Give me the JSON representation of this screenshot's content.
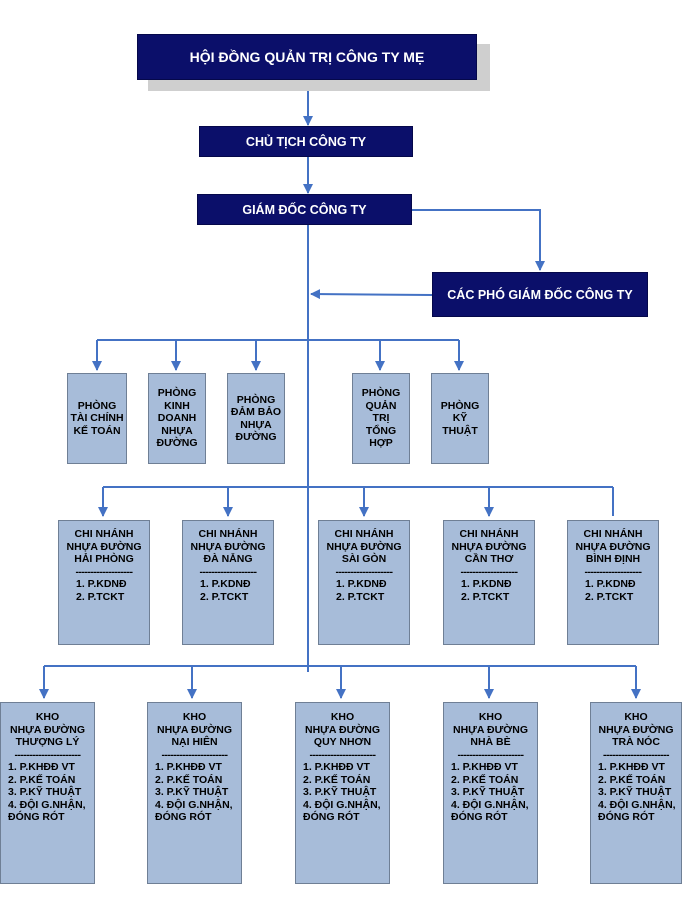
{
  "colors": {
    "dark_box": "#0b0f6a",
    "light_box": "#a7bcd9",
    "connector": "#4472c4"
  },
  "board": "HỘI ĐỒNG QUẢN TRỊ CÔNG TY MẸ",
  "chairman": "CHỦ TỊCH CÔNG TY",
  "director": "GIÁM ĐỐC CÔNG TY",
  "deputy_directors": "CÁC PHÓ GIÁM ĐỐC CÔNG TY",
  "departments": [
    {
      "lines": [
        "PHÒNG",
        "TÀI CHÍNH",
        "KẾ TOÁN"
      ]
    },
    {
      "lines": [
        "PHÒNG",
        "KINH",
        "DOANH",
        "NHỰA",
        "ĐƯỜNG"
      ]
    },
    {
      "lines": [
        "PHÒNG",
        "ĐẢM BẢO",
        "NHỰA",
        "ĐƯỜNG"
      ]
    },
    {
      "lines": [
        "PHÒNG",
        "QUẢN",
        "TRỊ",
        "TỔNG",
        "HỢP"
      ]
    },
    {
      "lines": [
        "PHÒNG",
        "KỸ THUẬT"
      ]
    }
  ],
  "branches": [
    {
      "title": [
        "CHI NHÁNH",
        "NHỰA ĐƯỜNG",
        "HẢI PHÒNG"
      ],
      "separator": "-------------------",
      "items": [
        "1. P.KDNĐ",
        "2. P.TCKT"
      ]
    },
    {
      "title": [
        "CHI NHÁNH",
        "NHỰA ĐƯỜNG",
        "ĐÀ NẴNG"
      ],
      "separator": "-------------------",
      "items": [
        "1. P.KDNĐ",
        "2. P.TCKT"
      ]
    },
    {
      "title": [
        "CHI NHÁNH",
        "NHỰA ĐƯỜNG",
        "SÀI GÒN"
      ],
      "separator": "-------------------",
      "items": [
        "1. P.KDNĐ",
        "2. P.TCKT"
      ]
    },
    {
      "title": [
        "CHI NHÁNH",
        "NHỰA ĐƯỜNG",
        "CẦN THƠ"
      ],
      "separator": "-------------------",
      "items": [
        "1. P.KDNĐ",
        "2. P.TCKT"
      ]
    },
    {
      "title": [
        "CHI NHÁNH",
        "NHỰA ĐƯỜNG",
        "BÌNH ĐỊNH"
      ],
      "separator": "-------------------",
      "items": [
        "1. P.KDNĐ",
        "2. P.TCKT"
      ]
    }
  ],
  "warehouses": [
    {
      "title": [
        "KHO",
        "NHỰA ĐƯỜNG",
        "THƯỢNG LÝ"
      ],
      "separator": "----------------------",
      "items": [
        "1. P.KHĐĐ VT",
        "2. P.KẾ TOÁN",
        "3. P.KỸ THUẬT",
        "4. ĐỘI G.NHẬN,",
        "ĐÓNG RÓT"
      ]
    },
    {
      "title": [
        "KHO",
        "NHỰA ĐƯỜNG",
        "NẠI HIÊN"
      ],
      "separator": "----------------------",
      "items": [
        "1. P.KHĐĐ VT",
        "2. P.KẾ TOÁN",
        "3. P.KỸ THUẬT",
        "4. ĐỘI G.NHẬN,",
        "ĐÓNG RÓT"
      ]
    },
    {
      "title": [
        "KHO",
        "NHỰA ĐƯỜNG",
        "QUY NHƠN"
      ],
      "separator": "----------------------",
      "items": [
        "1. P.KHĐĐ VT",
        "2. P.KẾ TOÁN",
        "3. P.KỸ THUẬT",
        "4. ĐỘI G.NHẬN,",
        "ĐÓNG RÓT"
      ]
    },
    {
      "title": [
        "KHO",
        "NHỰA ĐƯỜNG",
        "NHÀ BÈ"
      ],
      "separator": "----------------------",
      "items": [
        "1. P.KHĐĐ VT",
        "2. P.KẾ TOÁN",
        "3. P.KỸ THUẬT",
        "4. ĐỘI G.NHẬN,",
        "ĐÓNG RÓT"
      ]
    },
    {
      "title": [
        "KHO",
        "NHỰA ĐƯỜNG",
        "TRÀ NÓC"
      ],
      "separator": "----------------------",
      "items": [
        "1. P.KHĐĐ VT",
        "2. P.KẾ TOÁN",
        "3. P.KỸ THUẬT",
        "4. ĐỘI G.NHẬN,",
        "ĐÓNG RÓT"
      ]
    }
  ]
}
